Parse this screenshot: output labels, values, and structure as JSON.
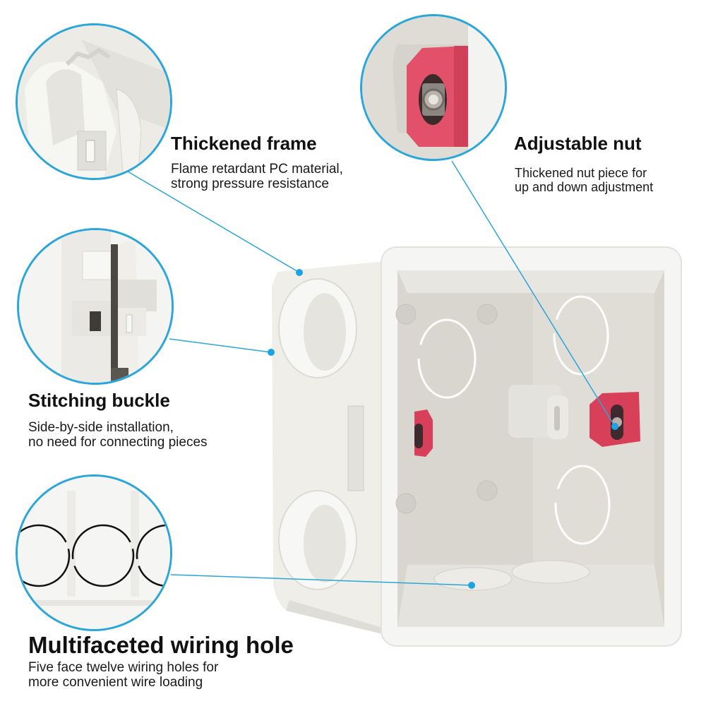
{
  "colors": {
    "accent": "#2aa6da",
    "nut_red": "#d8405a",
    "plastic_white": "#f2f1ec",
    "plastic_shadow": "#d9d7d0",
    "text": "#111111"
  },
  "features": [
    {
      "id": "thickened-frame",
      "title": "Thickened frame",
      "desc_line1": "Flame retardant PC material,",
      "desc_line2": "strong pressure resistance",
      "icon": "frame-closeup-icon"
    },
    {
      "id": "adjustable-nut",
      "title": "Adjustable nut",
      "desc_line1": "Thickened nut piece for",
      "desc_line2": "up and down adjustment",
      "icon": "nut-closeup-icon"
    },
    {
      "id": "stitching-buckle",
      "title": "Stitching buckle",
      "desc_line1": "Side-by-side installation,",
      "desc_line2": "no need for connecting pieces",
      "icon": "buckle-closeup-icon"
    },
    {
      "id": "multifaceted-wiring-hole",
      "title": "Multifaceted wiring hole",
      "desc_line1": "Five face twelve wiring holes for",
      "desc_line2": "more convenient wire loading",
      "icon": "wiring-hole-closeup-icon"
    }
  ],
  "product": {
    "name": "junction-box",
    "icon": "junction-box-icon"
  }
}
